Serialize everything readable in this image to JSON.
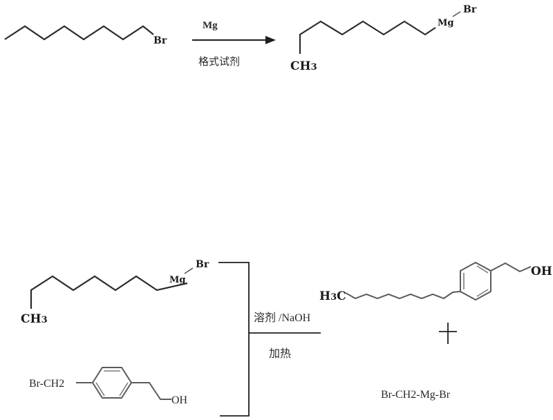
{
  "reaction1": {
    "reactant": {
      "name": "1-bromooctane",
      "label_br": "Br"
    },
    "arrow": {
      "reagent_above": "Mg",
      "condition_below": "格式试剂"
    },
    "product": {
      "name": "octylmagnesium bromide",
      "label_ch3": "CH",
      "label_ch3_sub": "3",
      "label_mg": "Mg",
      "label_br": "Br"
    }
  },
  "reaction2": {
    "reactant1": {
      "name": "octylmagnesium bromide",
      "label_ch3": "CH",
      "label_ch3_sub": "3",
      "label_mg": "Mg",
      "label_br": "Br"
    },
    "reactant2": {
      "name": "4-(bromomethyl)phenethyl alcohol",
      "label_left": "Br-CH2",
      "label_oh": "OH"
    },
    "conditions": {
      "above": "溶剂 /NaOH",
      "below": "加热"
    },
    "product1": {
      "name": "4-nonylphenethyl alcohol",
      "label_h3c_h": "H",
      "label_h3c_sub": "3",
      "label_h3c_c": "C",
      "label_oh": "OH"
    },
    "plus": "+",
    "product2": {
      "formula": "Br-CH2-Mg-Br"
    }
  },
  "colors": {
    "bond": "#2b2b2b",
    "ring": "#5a5a5a",
    "text": "#1a1a1a",
    "background": "#ffffff"
  }
}
